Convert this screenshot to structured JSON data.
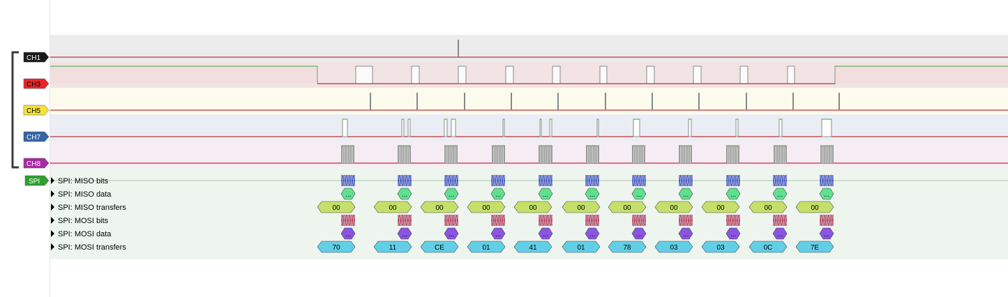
{
  "channels": [
    {
      "id": "ch1",
      "label": "CH1",
      "badge_color": "#1a1a1a",
      "text_color": "#ffffff",
      "bg": "#ececec",
      "line": "#b40000"
    },
    {
      "id": "ch3",
      "label": "CH3",
      "badge_color": "#e8262a",
      "text_color": "#000000",
      "bg": "#f2e4e4",
      "line": "#b40000"
    },
    {
      "id": "ch5",
      "label": "CH5",
      "badge_color": "#f5e23c",
      "text_color": "#000000",
      "bg": "#fdfbee",
      "line": "#b40000"
    },
    {
      "id": "ch7",
      "label": "CH7",
      "badge_color": "#3465a4",
      "text_color": "#ffffff",
      "bg": "#eaeef4",
      "line": "#b40000"
    },
    {
      "id": "ch8",
      "label": "CH8",
      "badge_color": "#a62ca4",
      "text_color": "#ffffff",
      "bg": "#f6ecf4",
      "line": "#b40000"
    }
  ],
  "decoder": {
    "label": "SPI",
    "badge_color": "#2ea12e",
    "bg": "#eef5ef",
    "rows": [
      {
        "id": "miso-bits",
        "label": "SPI: MISO bits",
        "kind": "bits",
        "color": "#3548b6"
      },
      {
        "id": "miso-data",
        "label": "SPI: MISO data",
        "kind": "dots",
        "color": "#5fe090",
        "value": "..."
      },
      {
        "id": "miso-transfers",
        "label": "SPI: MISO transfers",
        "kind": "values",
        "color": "#c4e06a",
        "values": [
          "00",
          "00",
          "00",
          "00",
          "00",
          "00",
          "00",
          "00",
          "00",
          "00",
          "00"
        ]
      },
      {
        "id": "mosi-bits",
        "label": "SPI: MOSI bits",
        "kind": "bits",
        "color": "#b3304a"
      },
      {
        "id": "mosi-data",
        "label": "SPI: MOSI data",
        "kind": "dots",
        "color": "#8a55e0",
        "value": "..."
      },
      {
        "id": "mosi-transfers",
        "label": "SPI: MOSI transfers",
        "kind": "values",
        "color": "#62cfe6",
        "values": [
          "70",
          "11",
          "CE",
          "01",
          "41",
          "01",
          "78",
          "03",
          "03",
          "0C",
          "7E"
        ]
      }
    ]
  },
  "colors": {
    "signal_high": "#3aa53a",
    "signal_low": "#b40000",
    "grey_pulse": "#888888"
  }
}
